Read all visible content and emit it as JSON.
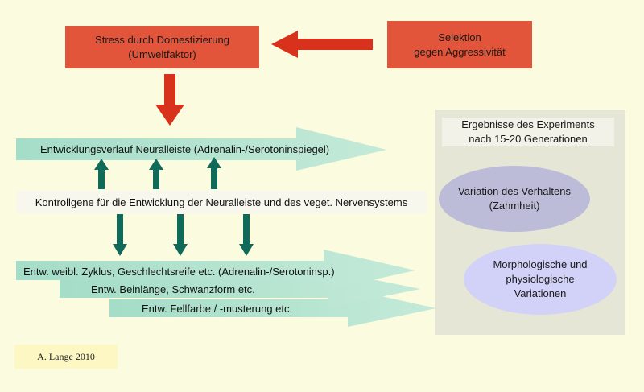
{
  "nodes": {
    "stress": "Stress durch Domestizierung\n(Umweltfaktor)",
    "selection": "Selektion\ngegen Aggressivität",
    "neural_crest": "Entwicklungsverlauf Neuralleiste (Adrenalin-/Serotoninspiegel)",
    "control_genes": "Kontrollgene für die Entwicklung der Neuralleiste und des veget. Nervensystems",
    "dev_cycle": "Entw. weibl. Zyklus, Geschlechtsreife etc. (Adrenalin-/Serotoninsp.)",
    "dev_legs": "Entw. Beinlänge, Schwanzform  etc.",
    "dev_fur": "Entw. Fellfarbe / -musterung etc."
  },
  "results": {
    "title": "Ergebnisse des Experiments\nnach 15-20 Generationen",
    "behavior": "Variation des Verhaltens\n(Zahmheit)",
    "morphology": "Morphologische und\nphysiologische\nVariationen"
  },
  "credit": "A. Lange 2010",
  "colors": {
    "background": "#fbfbdf",
    "red": "#e2553a",
    "arrow_red": "#d9321c",
    "teal_fill": "#a8e0cc",
    "teal_dark": "#0f6a5a",
    "panel": "#e6e6d6",
    "oval_behavior": "#bcbcd8",
    "oval_morph": "#d2d2f8"
  }
}
